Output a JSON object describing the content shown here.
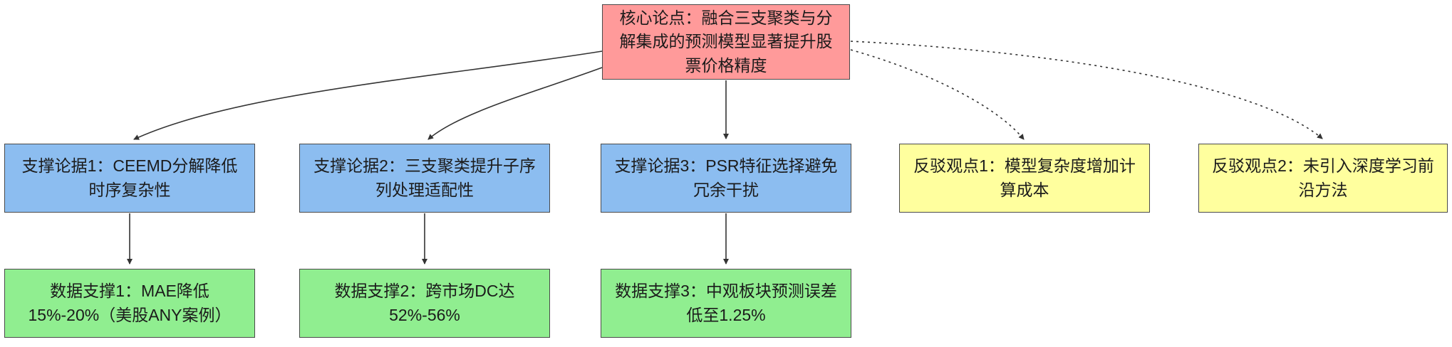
{
  "diagram": {
    "type": "argument-flowchart",
    "colors": {
      "core": "#FF9A9A",
      "support": "#8CBDF0",
      "rebuttal": "#FFFF9E",
      "data": "#90EE90",
      "edge": "#333333"
    },
    "nodes": {
      "core": {
        "label": "核心论点：融合三支聚类与分解集成的预测模型显著提升股票价格精度"
      },
      "support1": {
        "label": "支撑论据1：CEEMD分解降低时序复杂性"
      },
      "support2": {
        "label": "支撑论据2：三支聚类提升子序列处理适配性"
      },
      "support3": {
        "label": "支撑论据3：PSR特征选择避免冗余干扰"
      },
      "rebuttal1": {
        "label": "反驳观点1：模型复杂度增加计算成本"
      },
      "rebuttal2": {
        "label": "反驳观点2：未引入深度学习前沿方法"
      },
      "data1": {
        "label": "数据支撑1：MAE降低15%-20%（美股ANY案例）"
      },
      "data2": {
        "label": "数据支撑2：跨市场DC达52%-56%"
      },
      "data3": {
        "label": "数据支撑3：中观板块预测误差低至1.25%"
      }
    },
    "edges": [
      {
        "from": "core",
        "to": "support1",
        "style": "solid"
      },
      {
        "from": "core",
        "to": "support2",
        "style": "solid"
      },
      {
        "from": "core",
        "to": "support3",
        "style": "solid"
      },
      {
        "from": "core",
        "to": "rebuttal1",
        "style": "dotted"
      },
      {
        "from": "core",
        "to": "rebuttal2",
        "style": "dotted"
      },
      {
        "from": "support1",
        "to": "data1",
        "style": "solid"
      },
      {
        "from": "support2",
        "to": "data2",
        "style": "solid"
      },
      {
        "from": "support3",
        "to": "data3",
        "style": "solid"
      }
    ]
  }
}
